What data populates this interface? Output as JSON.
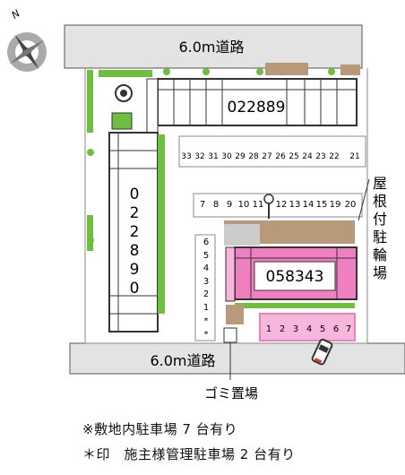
{
  "roads": {
    "top": "6.0m道路",
    "bottom": "6.0m道路"
  },
  "compass": {
    "north": "N"
  },
  "buildings": {
    "top": "022889",
    "left": [
      "0",
      "2",
      "2",
      "8",
      "9",
      "0"
    ],
    "pink": "058343"
  },
  "spaces": {
    "row_top": [
      "33",
      "32",
      "31",
      "30",
      "29",
      "28",
      "27",
      "26",
      "25",
      "24",
      "23",
      "22",
      "21"
    ],
    "row_mid": [
      "7",
      "8",
      "9",
      "10",
      "11",
      "12",
      "13",
      "14",
      "15",
      "19",
      "20"
    ],
    "column": [
      "6",
      "5",
      "4",
      "3",
      "2",
      "1",
      "*",
      "*"
    ],
    "covered": [
      "1",
      "2",
      "3",
      "4",
      "5",
      "6",
      "7"
    ]
  },
  "labels": {
    "covered_parking": [
      "屋",
      "根",
      "付",
      "駐",
      "輪",
      "場"
    ],
    "garbage": "ゴミ置場"
  },
  "notes": {
    "line1": "※敷地内駐車場 7 台有り",
    "line2": "＊印　施主様管理駐車場 2 台有り"
  },
  "colors": {
    "pink": "#ef7fc0",
    "pink_light": "#f7b6dc",
    "road": "#e3e3e3",
    "brown": "#b89a7a",
    "green": "#6fbf3e"
  }
}
